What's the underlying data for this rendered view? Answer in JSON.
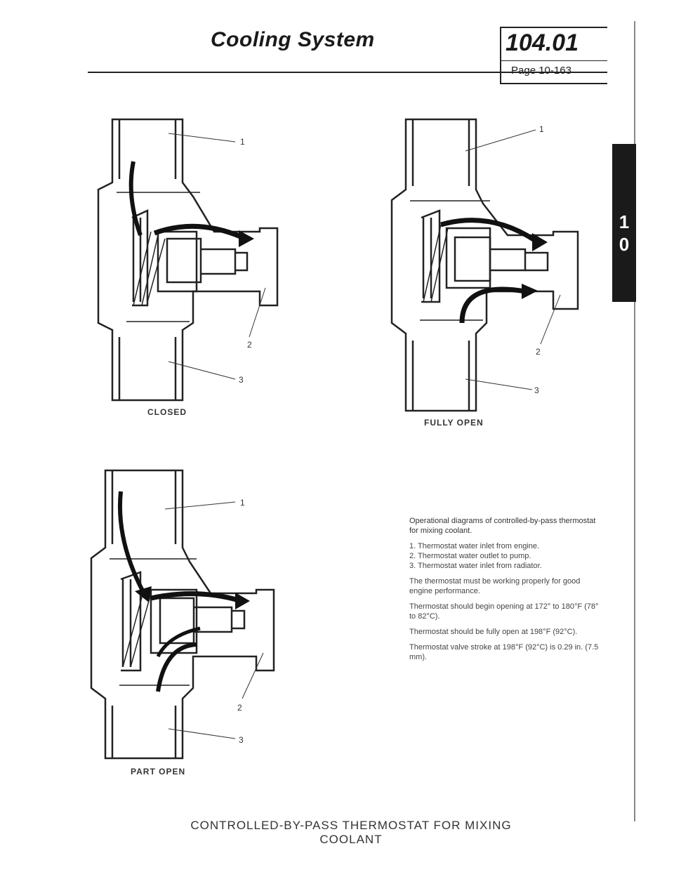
{
  "header": {
    "title": "Cooling System",
    "section": "104.01",
    "page": "Page 10-163"
  },
  "diagrams": [
    {
      "caption": "CLOSED",
      "callouts": [
        "1",
        "2",
        "3"
      ]
    },
    {
      "caption": "FULLY OPEN",
      "callouts": [
        "1",
        "2",
        "3"
      ]
    },
    {
      "caption": "PART OPEN",
      "callouts": [
        "1",
        "2",
        "3"
      ]
    }
  ],
  "notes": {
    "heading": "Operational diagrams of controlled-by-pass thermostat for mixing coolant.",
    "items": [
      "1. Thermostat water inlet from engine.",
      "2. Thermostat water outlet to pump.",
      "3. Thermostat water inlet from radiator."
    ],
    "paragraphs": [
      "The thermostat must be working properly for good engine performance.",
      "Thermostat should begin opening at 172° to 180°F (78° to 82°C).",
      "Thermostat should be fully open at 198°F (92°C).",
      "Thermostat valve stroke at 198°F (92°C) is 0.29 in. (7.5 mm)."
    ]
  },
  "footer": {
    "caption": "CONTROLLED-BY-PASS THERMOSTAT FOR MIXING COOLANT"
  },
  "side_tab": {
    "line1": "1",
    "line2": "0"
  }
}
